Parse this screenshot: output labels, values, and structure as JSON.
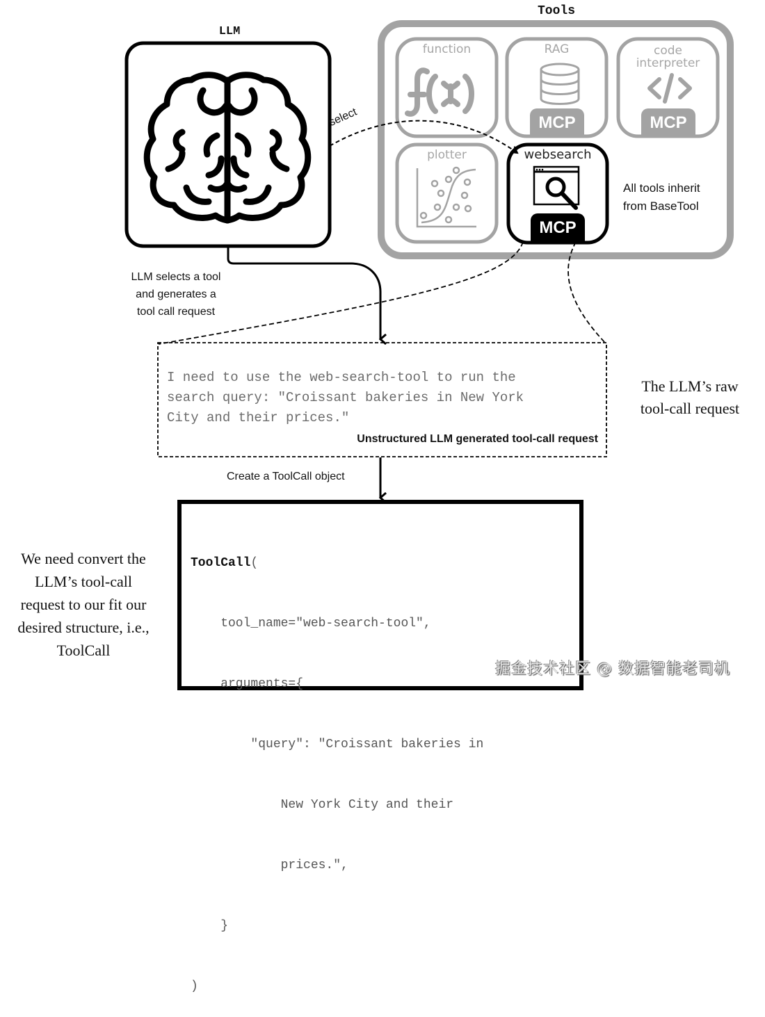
{
  "diagram": {
    "llm": {
      "title": "LLM",
      "icon": "brain-icon",
      "note": [
        "LLM selects a tool",
        "and generates a",
        "tool call request"
      ]
    },
    "tools": {
      "title": "Tools",
      "items": [
        {
          "label": "function",
          "icon": "function-fx-icon",
          "mcp": false,
          "active": false
        },
        {
          "label": "RAG",
          "icon": "database-icon",
          "mcp": true,
          "active": false
        },
        {
          "label_lines": [
            "code",
            "interpreter"
          ],
          "icon": "code-brackets-icon",
          "mcp": true,
          "active": false
        },
        {
          "label": "plotter",
          "icon": "scatter-plot-icon",
          "mcp": false,
          "active": false
        },
        {
          "label": "websearch",
          "icon": "browser-search-icon",
          "mcp": true,
          "active": true
        }
      ],
      "mcp_label": "MCP",
      "inherit_note": [
        "All tools inherit",
        "from BaseTool"
      ]
    },
    "select_label": "select",
    "raw_request": {
      "lines": [
        "I need to use the web-search-tool to run the",
        "search query: \"Croissant bakeries in New York",
        "City and their prices.\""
      ],
      "caption": "Unstructured LLM generated tool-call request",
      "side_note": [
        "The LLM’s raw",
        "tool-call request"
      ]
    },
    "create_label": "Create a ToolCall object",
    "toolcall": {
      "keyword": "ToolCall",
      "open": "(",
      "lines": [
        "    tool_name=\"web-search-tool\",",
        "    arguments={",
        "        \"query\": \"Croissant bakeries in",
        "            New York City and their",
        "            prices.\",",
        "    }",
        ")"
      ]
    },
    "convert_note": [
      "We need convert the",
      "LLM’s tool-call",
      "request to our fit our",
      "desired structure, i.e.,",
      "ToolCall"
    ],
    "watermark": "掘金技术社区 @ 数据智能老司机"
  },
  "colors": {
    "active": "#000000",
    "inactive": "#a3a3a3",
    "raw_text": "#6b6b6b"
  }
}
